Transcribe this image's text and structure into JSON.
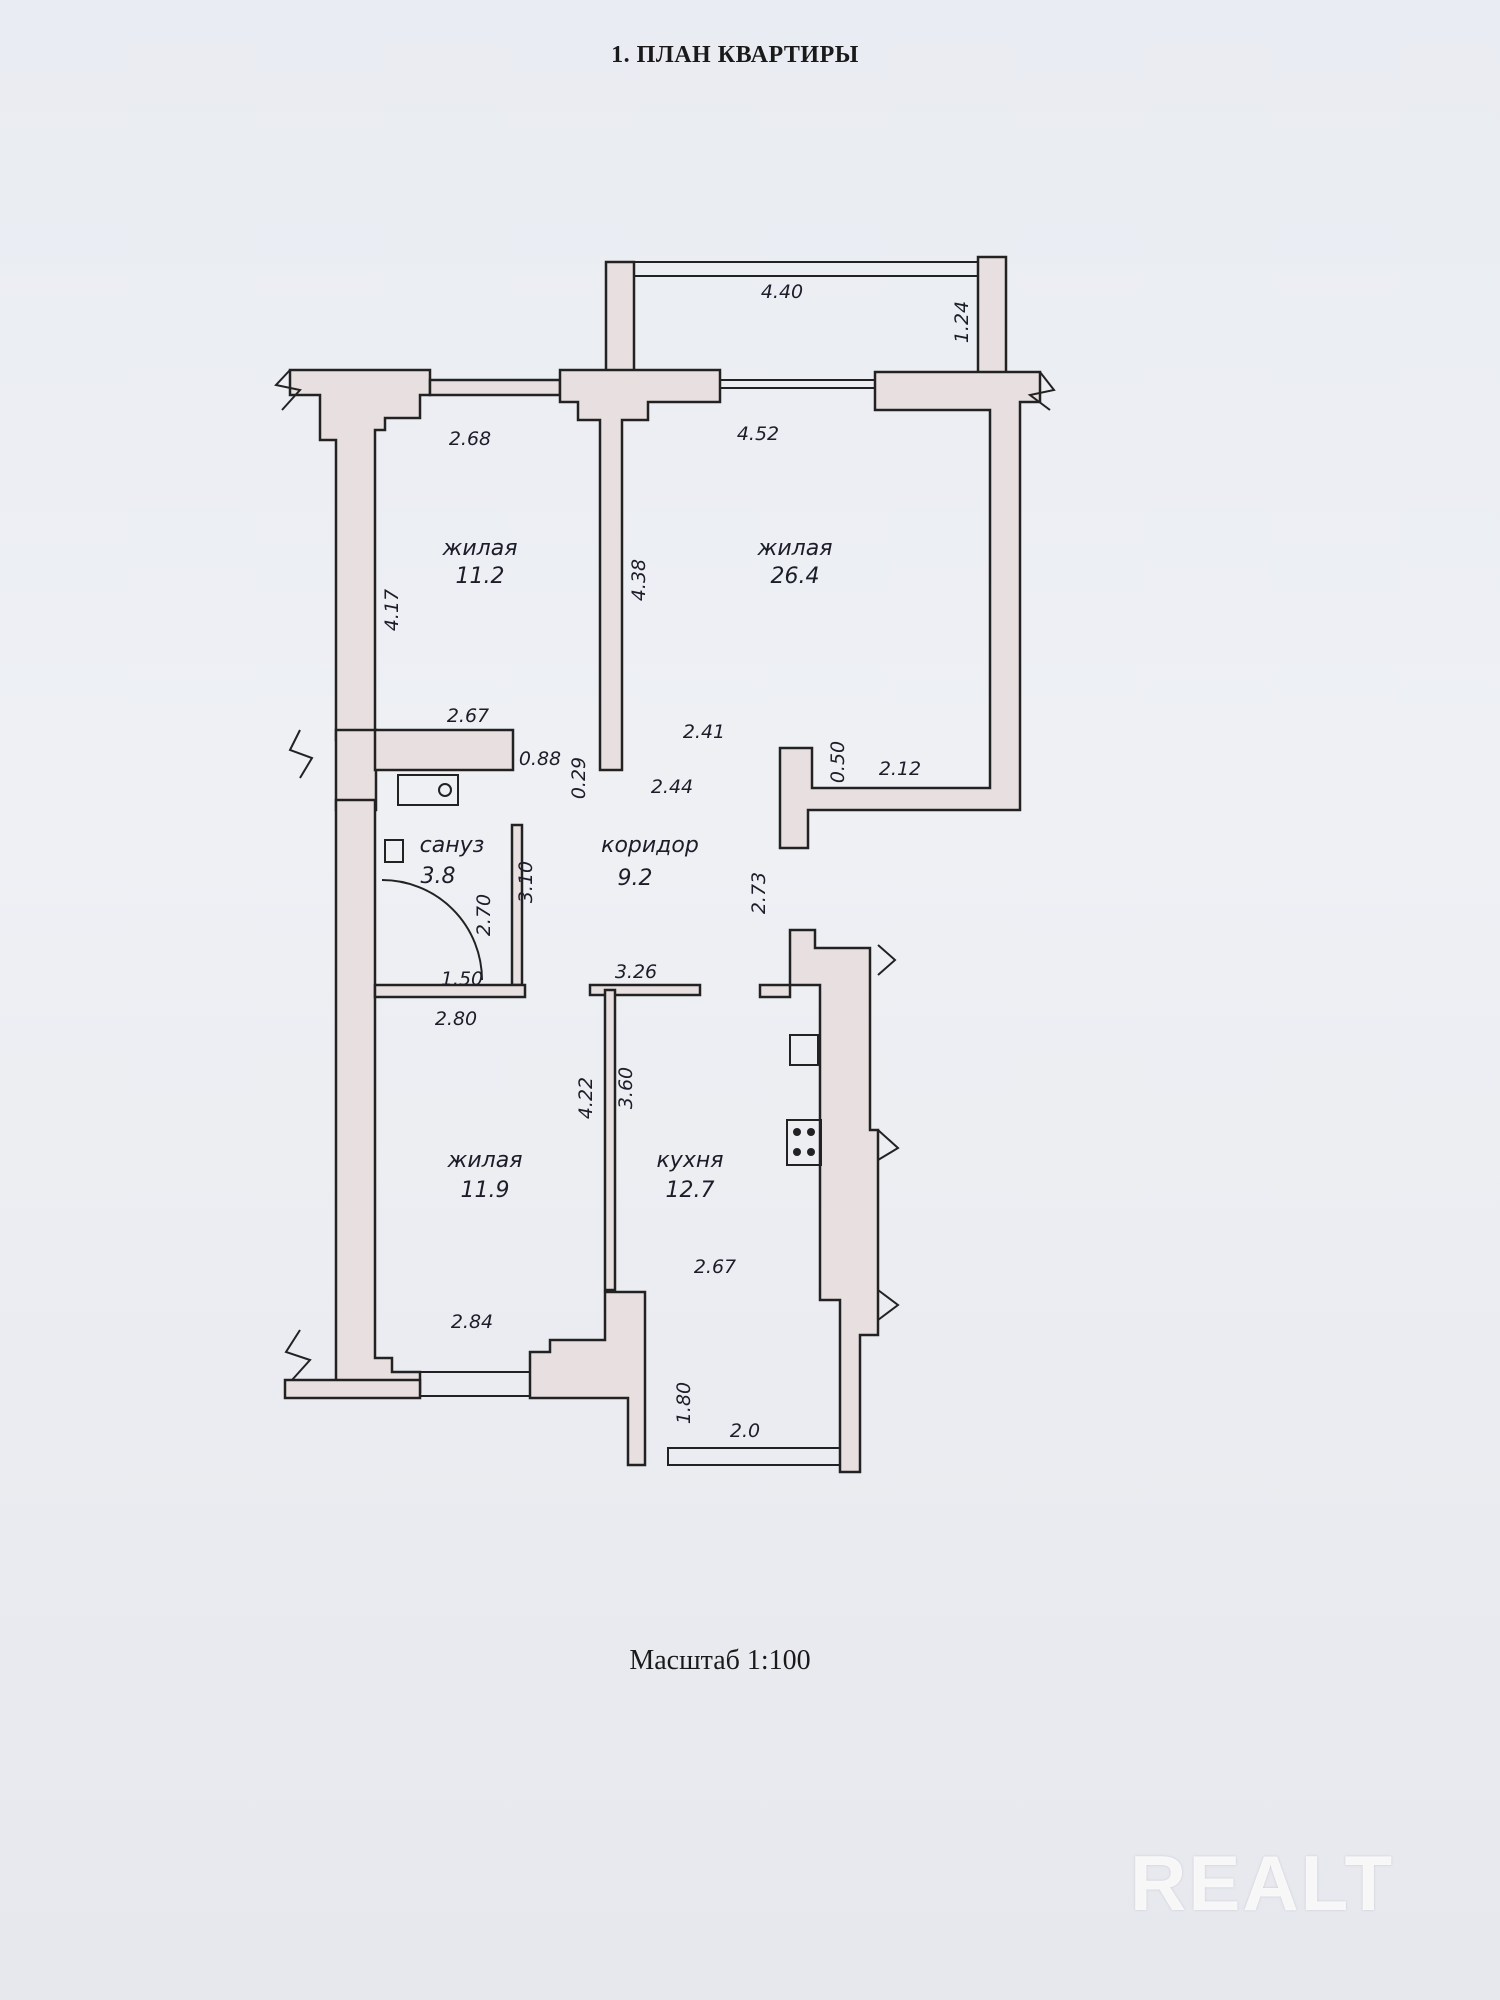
{
  "document": {
    "title": "1. ПЛАН КВАРТИРЫ",
    "scale": "Масштаб 1:100",
    "watermark": "REALT"
  },
  "rooms": {
    "living_1": {
      "name": "жилая",
      "area": "11.2"
    },
    "living_2": {
      "name": "жилая",
      "area": "26.4"
    },
    "bathroom": {
      "name": "сануз",
      "area": "3.8"
    },
    "corridor": {
      "name": "коридор",
      "area": "9.2"
    },
    "living_3": {
      "name": "жилая",
      "area": "11.9"
    },
    "kitchen": {
      "name": "кухня",
      "area": "12.7"
    }
  },
  "dimensions": {
    "balcony_top": "4.40",
    "balcony_side": "1.24",
    "living1_width": "2.68",
    "living2_width": "4.52",
    "living1_length": "4.17",
    "living2_length": "4.38",
    "living1_bottom": "2.67",
    "door_small_1": "0.88",
    "door_small_2": "0.29",
    "living2_bottom": "2.41",
    "corridor_top": "2.44",
    "wall_small": "0.50",
    "living2_right": "2.12",
    "bath_height_outer": "3.10",
    "bath_height_inner": "2.70",
    "bath_width": "1.50",
    "corridor_side": "2.73",
    "kitchen_top": "3.26",
    "living3_top": "2.80",
    "kitchen_left_outer": "4.22",
    "kitchen_left_inner": "3.60",
    "kitchen_width": "2.67",
    "living3_bottom": "2.84",
    "kitchen_balcony_side": "1.80",
    "kitchen_balcony_width": "2.0"
  }
}
